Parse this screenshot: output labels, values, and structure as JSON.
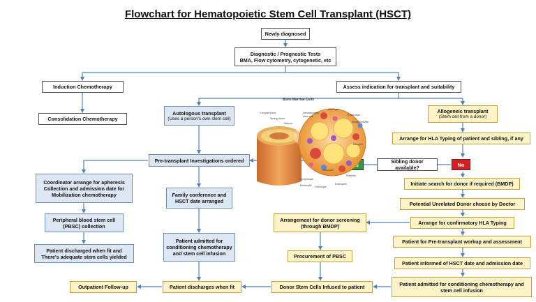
{
  "title": "Flowchart for Hematopoietic Stem Cell Transplant (HSCT)",
  "nodes": {
    "newly_diagnosed": "Newly diagnosed",
    "diagnostic_tests": "Diagnostic / Prognostic Tests",
    "diagnostic_tests_sub": "BMA, Flow cytometry, cytogenetic, etc",
    "induction": "Induction Chemotherapy",
    "assess": "Assess indication for transplant and suitability",
    "consolidation": "Consolidation Chemotherapy",
    "autologous": "Autologous transplant",
    "autologous_sub": "(Uses a person's own stem cell)",
    "allogeneic": "Allogeneic transplant",
    "allogeneic_sub": "(Stem cell from a donor)",
    "hla_sibling": "Arrange for HLA Typing of patient and sibling, if any",
    "sibling_q": "Sibling donor available?",
    "yes": "Yes",
    "no": "No",
    "pretransplant": "Pre-transplant Investigations ordered",
    "coordinator": "Coordinator arrange for apheresis Collection and admission date for Mobilization chemotherapy",
    "family_conf": "Family conference and HSCT date arranged",
    "pbsc_collection": "Peripheral blood stem cell (PBSC) collection",
    "discharged_yield": "Patient discharged when fit and There's adequate stem cells yielded",
    "admitted_auto": "Patient admitted for conditioning chemotherapy and stem cell infusion",
    "search_donor": "Initiate search for donor if required (BMDP)",
    "unrelated_donor": "Potential Unrelated Donor choose by Doctor",
    "donor_screening": "Arrangement for donor screening (through BMDP)",
    "confirm_hla": "Arrange for confirmatory HLA Typing",
    "procurement": "Procurement of PBSC",
    "workup": "Patient for Pre-transplant workup and assessment",
    "informed": "Patient informed of HSCT date and admission date",
    "admitted_allo": "Patient admitted for conditioning chemotherapy and stem cell infusion",
    "outpatient": "Outpatient Follow-up",
    "discharges_fit": "Patient discharges when fit",
    "donor_infused": "Donor Stem Cells Infused to patient"
  },
  "illustration": {
    "title": "Bone Marrow Cells",
    "labels": {
      "compact_bone": "Compact bone",
      "spongy_bone": "Spongy bone",
      "marrow": "Marrow",
      "hematopoietic": "Hematopoietic",
      "stem_cell": "stem cell",
      "myelocyte": "Myelocyte",
      "erythrocyte": "Erythrocyte",
      "megakaryocyte": "Megakaryocyte",
      "lymphocyte": "Lymphocyte",
      "basophil": "Basophil",
      "eosinophil": "Eosinophil",
      "monocyte": "Monocyte",
      "neutrophil": "Neutrophil",
      "platelets": "Platelets",
      "adipocyte": "Adipocyte"
    }
  },
  "colors": {
    "blue_box": "#dde7f3",
    "yellow_box": "#fff3c8",
    "yes_chip": "#2e9b3a",
    "no_chip": "#d81e1e",
    "connector": "#4f81bd"
  }
}
